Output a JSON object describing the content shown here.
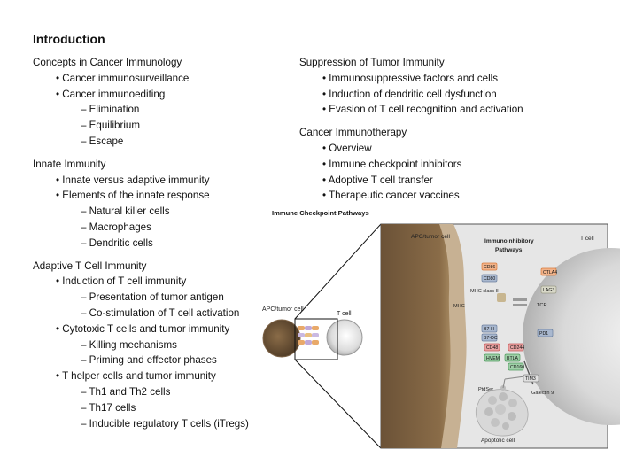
{
  "title": "Introduction",
  "left_sections": [
    {
      "heading": "Concepts in Cancer Immunology",
      "items": [
        {
          "text": "• Cancer immunosurveillance",
          "sub": []
        },
        {
          "text": "• Cancer immunoediting",
          "sub": [
            "– Elimination",
            "– Equilibrium",
            "– Escape"
          ]
        }
      ]
    },
    {
      "heading": "Innate Immunity",
      "items": [
        {
          "text": "• Innate versus adaptive immunity",
          "sub": []
        },
        {
          "text": "• Elements of the innate response",
          "sub": [
            "– Natural killer cells",
            "– Macrophages",
            "– Dendritic cells"
          ]
        }
      ]
    },
    {
      "heading": "Adaptive T Cell Immunity",
      "items": [
        {
          "text": "• Induction of T cell immunity",
          "sub": [
            "– Presentation of tumor antigen",
            "– Co-stimulation of T cell activation"
          ]
        },
        {
          "text": "• Cytotoxic T cells and tumor immunity",
          "sub": [
            "– Killing mechanisms",
            "– Priming and effector phases"
          ]
        },
        {
          "text": "• T helper cells and tumor immunity",
          "sub": [
            "– Th1 and Th2 cells",
            "– Th17 cells",
            "– Inducible regulatory T cells (iTregs)"
          ]
        }
      ]
    }
  ],
  "right_sections": [
    {
      "heading": "Suppression of Tumor Immunity",
      "items": [
        {
          "text": "• Immunosuppressive factors and cells",
          "sub": []
        },
        {
          "text": "• Induction of dendritic cell dysfunction",
          "sub": []
        },
        {
          "text": "• Evasion of T cell recognition and activation",
          "sub": []
        }
      ]
    },
    {
      "heading": "Cancer Immunotherapy",
      "items": [
        {
          "text": "• Overview",
          "sub": []
        },
        {
          "text": "• Immune checkpoint inhibitors",
          "sub": []
        },
        {
          "text": "• Adoptive T cell transfer",
          "sub": []
        },
        {
          "text": "• Therapeutic cancer vaccines",
          "sub": []
        }
      ]
    }
  ],
  "figure": {
    "title": "Immune Checkpoint Pathways",
    "mini_apc_label": "APC/tumor cell",
    "mini_t_label": "T cell",
    "apc_label": "APC/tumor cell",
    "t_label": "T cell",
    "panel_title_1": "Immunoinhibitory",
    "panel_title_2": "Pathways",
    "mhc": "MHC",
    "mhc_class": "MHC class II",
    "tcr": "TCR",
    "ptdser": "PtdSer",
    "galectin": "Galectin 9",
    "apoptotic": "Apoptotic cell",
    "ligands": [
      "CD86",
      "CD80",
      "B7-H",
      "B7-DC",
      "CD48",
      "HVEM"
    ],
    "receptors": [
      "CTLA4",
      "LAG3",
      "PD1",
      "CD244",
      "BTLA",
      "CD160",
      "TIM3"
    ]
  }
}
